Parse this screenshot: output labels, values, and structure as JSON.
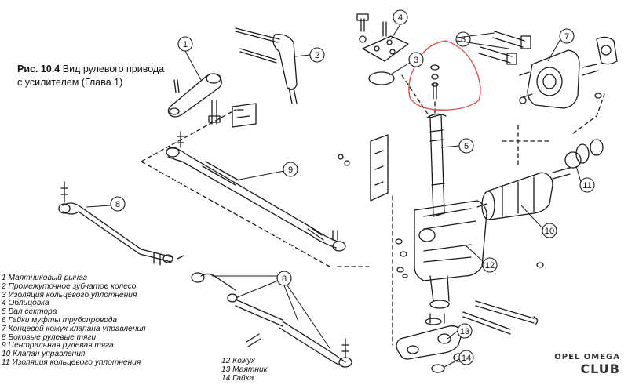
{
  "caption": {
    "figure_no": "Рис. 10.4",
    "line1": "Вид рулевого привода",
    "line2": "с усилителем (Глава 1)"
  },
  "callouts": [
    "1",
    "2",
    "3",
    "4",
    "5",
    "6",
    "7",
    "8",
    "9",
    "10",
    "11",
    "12",
    "13",
    "14"
  ],
  "legend": [
    {
      "num": "1",
      "text": "Маятниковый рычаг"
    },
    {
      "num": "2",
      "text": "Промежуточное зубчатое колесо"
    },
    {
      "num": "3",
      "text": "Изоляция кольцевого уплотнения"
    },
    {
      "num": "4",
      "text": "Облицовка"
    },
    {
      "num": "5",
      "text": "Вал сектора"
    },
    {
      "num": "6",
      "text": "Гайки муфты трубопровода"
    },
    {
      "num": "7",
      "text": "Концевой кожух клапана управления"
    },
    {
      "num": "8",
      "text": "Боковые рулевые тяги"
    },
    {
      "num": "9",
      "text": "Центральная рулевая тяга"
    },
    {
      "num": "10",
      "text": "Клапан управления"
    },
    {
      "num": "11",
      "text": "Изоляция кольцевого уплотнения"
    }
  ],
  "legend2": [
    {
      "num": "12",
      "text": "Кожух"
    },
    {
      "num": "13",
      "text": "Маятник"
    },
    {
      "num": "14",
      "text": "Гайка"
    }
  ],
  "watermark": {
    "top": "OPEL OMEGA",
    "bottom": "CLUB"
  },
  "colors": {
    "line": "#1a1a1a",
    "highlight": "#d9534f"
  }
}
